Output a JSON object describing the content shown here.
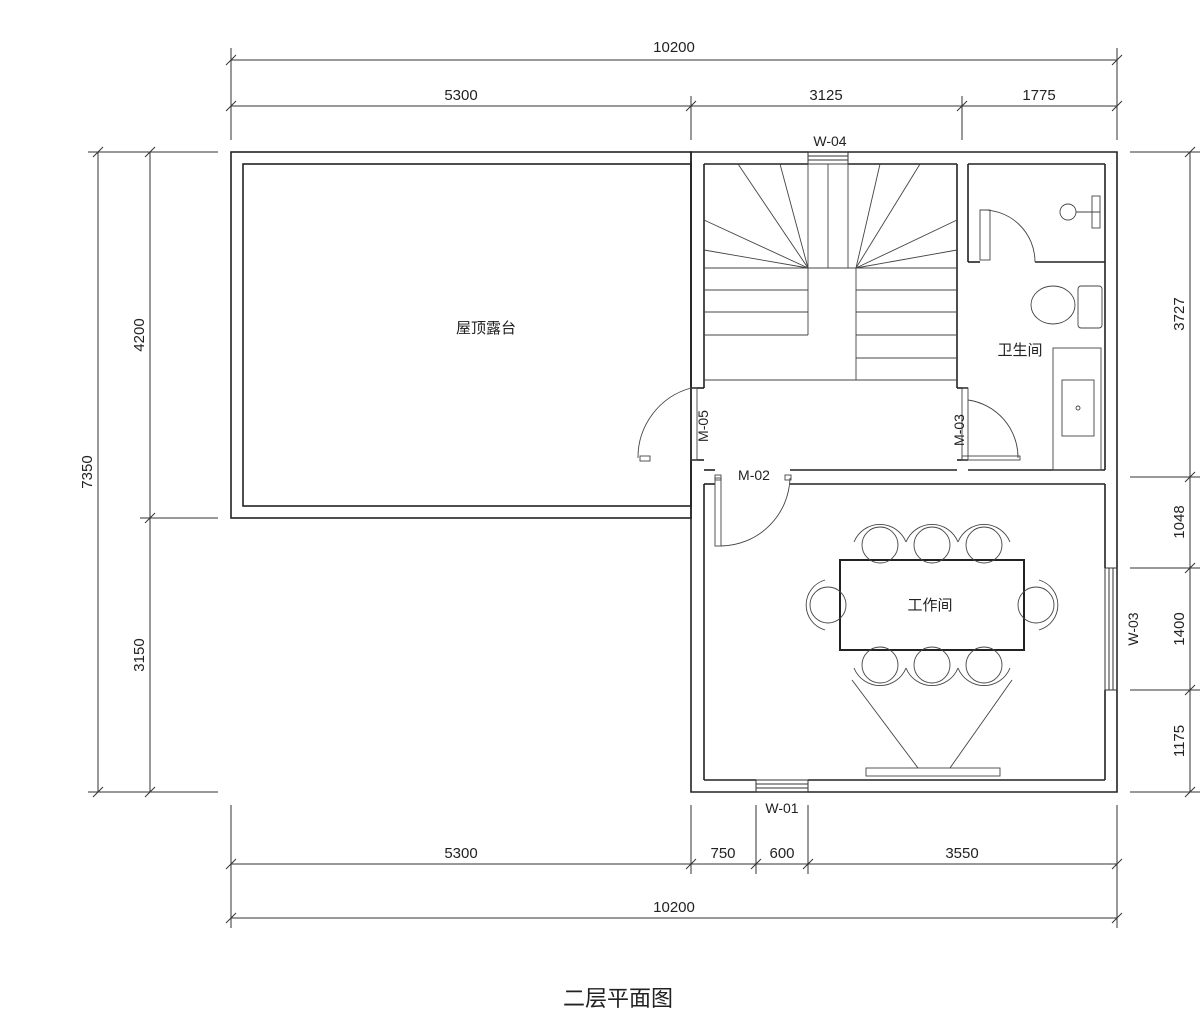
{
  "drawing": {
    "title": "二层平面图",
    "rooms": {
      "roof_terrace": "屋顶露台",
      "bathroom": "卫生间",
      "workroom": "工作间"
    },
    "doors": {
      "m05": "M-05",
      "m03": "M-03",
      "m02": "M-02"
    },
    "windows": {
      "w04": "W-04",
      "w03": "W-03",
      "w01": "W-01"
    },
    "dimensions": {
      "top_total": "10200",
      "top_seg1": "5300",
      "top_seg2": "3125",
      "top_seg3": "1775",
      "bottom_seg1": "5300",
      "bottom_seg2": "750",
      "bottom_seg3": "600",
      "bottom_seg4": "3550",
      "bottom_total": "10200",
      "left_total": "7350",
      "left_upper": "4200",
      "left_lower": "3150",
      "right_seg1": "3727",
      "right_seg2": "1048",
      "right_seg3": "1400",
      "right_seg4": "1175"
    }
  }
}
